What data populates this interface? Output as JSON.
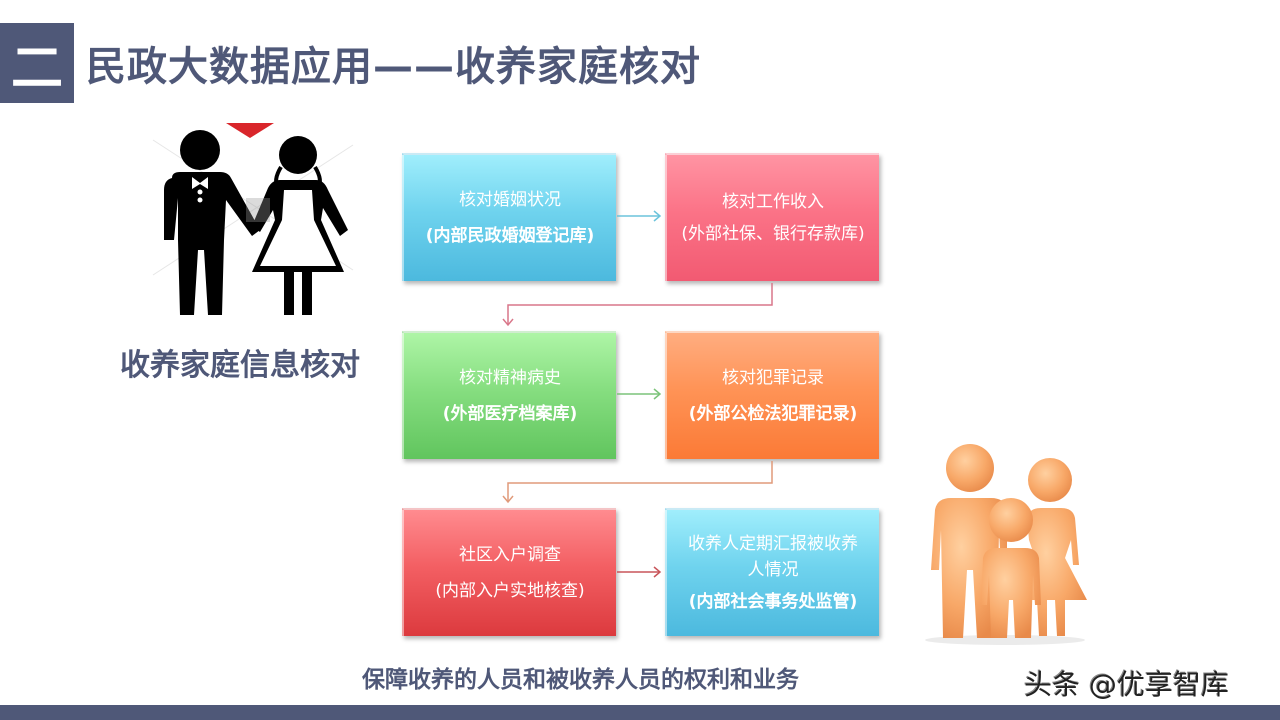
{
  "header": {
    "section_number": "二",
    "title": "民政大数据应用——收养家庭核对"
  },
  "left_panel": {
    "icon": "wedding-couple-icon",
    "caption": "收养家庭信息核对"
  },
  "flow": {
    "boxes": [
      {
        "line1": "核对婚姻状况",
        "line2": "(内部民政婚姻登记库)",
        "color": "#5ec8e8"
      },
      {
        "line1": "核对工作收入",
        "line2": "(外部社保、银行存款库)",
        "color": "#f86880"
      },
      {
        "line1": "核对精神病史",
        "line2": "(外部医疗档案库)",
        "color": "#7bd676"
      },
      {
        "line1": "核对犯罪记录",
        "line2": "(外部公检法犯罪记录)",
        "color": "#fd8849"
      },
      {
        "line1": "社区入户调查",
        "line2": "(内部入户实地核查)",
        "color": "#e94f54"
      },
      {
        "line1": "收养人定期汇报被收养人情况",
        "line2": "(内部社会事务处监管)",
        "color": "#5ec8e8"
      }
    ]
  },
  "right_panel": {
    "icon": "family-figures-icon"
  },
  "footer": {
    "caption": "保障收养的人员和被收养人员的权利和业务",
    "watermark": "头条 @优享智库"
  },
  "colors": {
    "primary": "#4f5878",
    "footer_bar": "#4f5878"
  }
}
